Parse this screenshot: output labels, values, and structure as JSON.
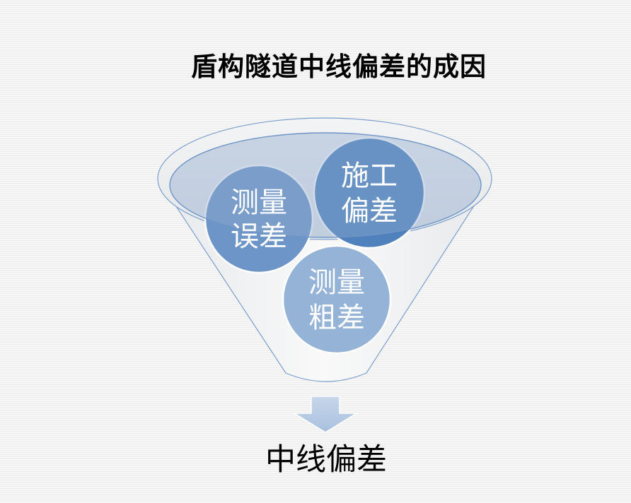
{
  "title": "盾构隧道中线偏差的成因",
  "funnel": {
    "causes": [
      {
        "line1": "测量",
        "line2": "误差"
      },
      {
        "line1": "施工",
        "line2": "偏差"
      },
      {
        "line1": "测量",
        "line2": "粗差"
      }
    ],
    "result": "中线偏差"
  },
  "colors": {
    "circle_dark": "#4f81bd",
    "circle_mid": "#6d95c8",
    "circle_light": "#95b3d7",
    "funnel_outline": "#7a9fcd",
    "arrow_fill": "#b9cce4"
  }
}
